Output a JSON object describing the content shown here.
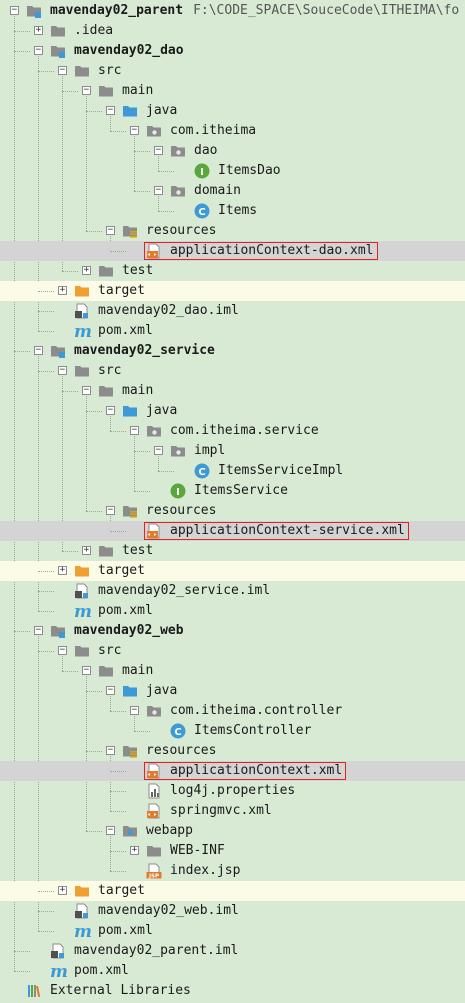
{
  "tree": {
    "nodes": [
      {
        "label": "mavenday02_parent",
        "path": "F:\\CODE_SPACE\\SouceCode\\ITHEIMA\\fo",
        "depth": 0,
        "icon": "module-folder-icon",
        "toggle": "minus",
        "bold": true
      },
      {
        "label": ".idea",
        "depth": 1,
        "icon": "folder-icon",
        "toggle": "plus"
      },
      {
        "label": "mavenday02_dao",
        "depth": 1,
        "icon": "module-folder-icon",
        "toggle": "minus",
        "bold": true
      },
      {
        "label": "src",
        "depth": 2,
        "icon": "folder-icon",
        "toggle": "minus"
      },
      {
        "label": "main",
        "depth": 3,
        "icon": "folder-icon",
        "toggle": "minus"
      },
      {
        "label": "java",
        "depth": 4,
        "icon": "source-folder-icon",
        "toggle": "minus"
      },
      {
        "label": "com.itheima",
        "depth": 5,
        "icon": "package-icon",
        "toggle": "minus"
      },
      {
        "label": "dao",
        "depth": 6,
        "icon": "package-icon",
        "toggle": "minus"
      },
      {
        "label": "ItemsDao",
        "depth": 7,
        "icon": "interface-icon"
      },
      {
        "label": "domain",
        "depth": 6,
        "icon": "package-icon",
        "toggle": "minus"
      },
      {
        "label": "Items",
        "depth": 7,
        "icon": "class-icon"
      },
      {
        "label": "resources",
        "depth": 4,
        "icon": "resources-folder-icon",
        "toggle": "minus"
      },
      {
        "label": "applicationContext-dao.xml",
        "depth": 5,
        "icon": "xml-file-icon",
        "selected": true,
        "highlight": true
      },
      {
        "label": "test",
        "depth": 3,
        "icon": "folder-icon",
        "toggle": "plus"
      },
      {
        "label": "target",
        "depth": 2,
        "icon": "target-folder-icon",
        "toggle": "plus",
        "yellow": true
      },
      {
        "label": "mavenday02_dao.iml",
        "depth": 2,
        "icon": "iml-file-icon"
      },
      {
        "label": "pom.xml",
        "depth": 2,
        "icon": "maven-icon"
      },
      {
        "label": "mavenday02_service",
        "depth": 1,
        "icon": "module-folder-icon",
        "toggle": "minus",
        "bold": true
      },
      {
        "label": "src",
        "depth": 2,
        "icon": "folder-icon",
        "toggle": "minus"
      },
      {
        "label": "main",
        "depth": 3,
        "icon": "folder-icon",
        "toggle": "minus"
      },
      {
        "label": "java",
        "depth": 4,
        "icon": "source-folder-icon",
        "toggle": "minus"
      },
      {
        "label": "com.itheima.service",
        "depth": 5,
        "icon": "package-icon",
        "toggle": "minus"
      },
      {
        "label": "impl",
        "depth": 6,
        "icon": "package-icon",
        "toggle": "minus"
      },
      {
        "label": "ItemsServiceImpl",
        "depth": 7,
        "icon": "class-icon"
      },
      {
        "label": "ItemsService",
        "depth": 6,
        "icon": "interface-icon"
      },
      {
        "label": "resources",
        "depth": 4,
        "icon": "resources-folder-icon",
        "toggle": "minus"
      },
      {
        "label": "applicationContext-service.xml",
        "depth": 5,
        "icon": "xml-file-icon",
        "selected": true,
        "highlight": true
      },
      {
        "label": "test",
        "depth": 3,
        "icon": "folder-icon",
        "toggle": "plus"
      },
      {
        "label": "target",
        "depth": 2,
        "icon": "target-folder-icon",
        "toggle": "plus",
        "yellow": true
      },
      {
        "label": "mavenday02_service.iml",
        "depth": 2,
        "icon": "iml-file-icon"
      },
      {
        "label": "pom.xml",
        "depth": 2,
        "icon": "maven-icon"
      },
      {
        "label": "mavenday02_web",
        "depth": 1,
        "icon": "module-folder-icon",
        "toggle": "minus",
        "bold": true
      },
      {
        "label": "src",
        "depth": 2,
        "icon": "folder-icon",
        "toggle": "minus"
      },
      {
        "label": "main",
        "depth": 3,
        "icon": "folder-icon",
        "toggle": "minus"
      },
      {
        "label": "java",
        "depth": 4,
        "icon": "source-folder-icon",
        "toggle": "minus"
      },
      {
        "label": "com.itheima.controller",
        "depth": 5,
        "icon": "package-icon",
        "toggle": "minus"
      },
      {
        "label": "ItemsController",
        "depth": 6,
        "icon": "class-icon"
      },
      {
        "label": "resources",
        "depth": 4,
        "icon": "resources-folder-icon",
        "toggle": "minus"
      },
      {
        "label": "applicationContext.xml",
        "depth": 5,
        "icon": "xml-file-icon",
        "selected": true,
        "highlight": true
      },
      {
        "label": "log4j.properties",
        "depth": 5,
        "icon": "properties-file-icon"
      },
      {
        "label": "springmvc.xml",
        "depth": 5,
        "icon": "xml-file-icon"
      },
      {
        "label": "webapp",
        "depth": 4,
        "icon": "web-folder-icon",
        "toggle": "minus"
      },
      {
        "label": "WEB-INF",
        "depth": 5,
        "icon": "folder-icon",
        "toggle": "plus"
      },
      {
        "label": "index.jsp",
        "depth": 5,
        "icon": "jsp-file-icon"
      },
      {
        "label": "target",
        "depth": 2,
        "icon": "target-folder-icon",
        "toggle": "plus",
        "yellow": true
      },
      {
        "label": "mavenday02_web.iml",
        "depth": 2,
        "icon": "iml-file-icon"
      },
      {
        "label": "pom.xml",
        "depth": 2,
        "icon": "maven-icon"
      },
      {
        "label": "mavenday02_parent.iml",
        "depth": 1,
        "icon": "iml-file-icon"
      },
      {
        "label": "pom.xml",
        "depth": 1,
        "icon": "maven-icon"
      },
      {
        "label": "External Libraries",
        "depth": 0,
        "icon": "libraries-icon"
      }
    ]
  },
  "colors": {
    "background": "#d8ead4",
    "folder": "#8c8c8c",
    "source_folder": "#3d9ad6",
    "target_folder": "#f0a030",
    "class": "#3d9ad6",
    "interface": "#5aa83c",
    "highlight_border": "#e0241d",
    "selected_row": "#d4d4d4",
    "excluded_row": "#fbfbe8"
  }
}
